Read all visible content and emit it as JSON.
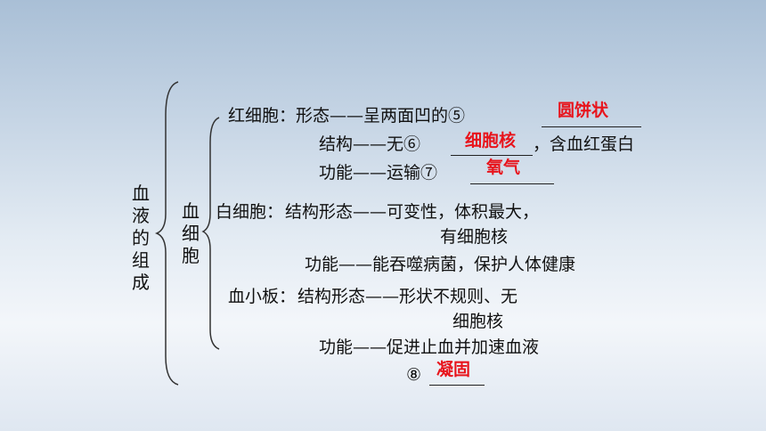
{
  "left_title": "血液的组成",
  "sub_title": "血细胞",
  "rbc": {
    "label": "红细胞：",
    "line1": "形态——呈两面凹的⑤",
    "line2_a": "结构——无⑥",
    "line2_b": "，含血红蛋白",
    "line3": "功能——运输⑦",
    "ans5": "圆饼状",
    "ans6": "细胞核",
    "ans7": "氧气"
  },
  "wbc": {
    "label": "白细胞：",
    "line1": "结构形态——可变性，体积最大，",
    "line2": "有细胞核",
    "line3": "功能——能吞噬病菌，保护人体健康"
  },
  "platelet": {
    "label": "血小板：",
    "line1": "结构形态——形状不规则、无",
    "line2": "细胞核",
    "line3": "功能——促进止血并加速血液",
    "line4": "⑧",
    "ans8": "凝固"
  }
}
